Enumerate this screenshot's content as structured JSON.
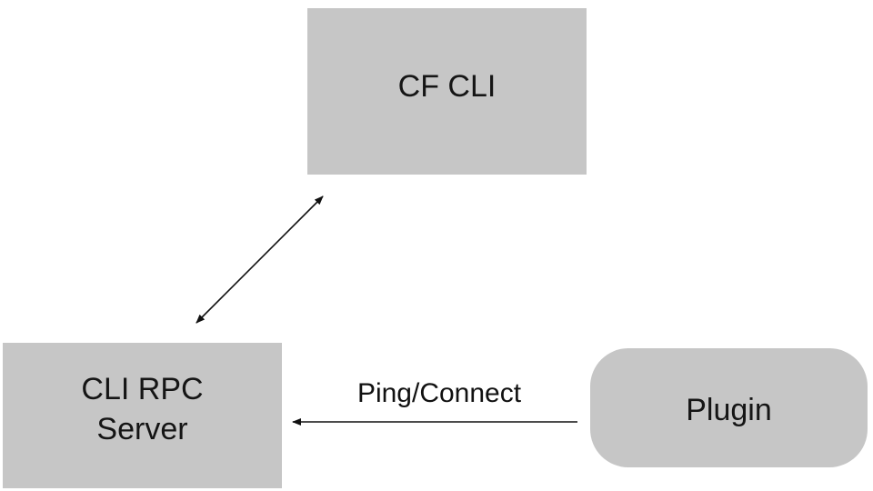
{
  "nodes": {
    "cf_cli": {
      "label": "CF CLI"
    },
    "cli_rpc_server": {
      "label": "CLI RPC\nServer"
    },
    "plugin": {
      "label": "Plugin"
    }
  },
  "edges": [
    {
      "from": "cli_rpc_server",
      "to": "cf_cli",
      "direction": "bidirectional",
      "label": ""
    },
    {
      "from": "plugin",
      "to": "cli_rpc_server",
      "direction": "forward",
      "label": "Ping/Connect"
    }
  ],
  "colors": {
    "node_fill": "#c6c6c6",
    "line": "#111111"
  }
}
